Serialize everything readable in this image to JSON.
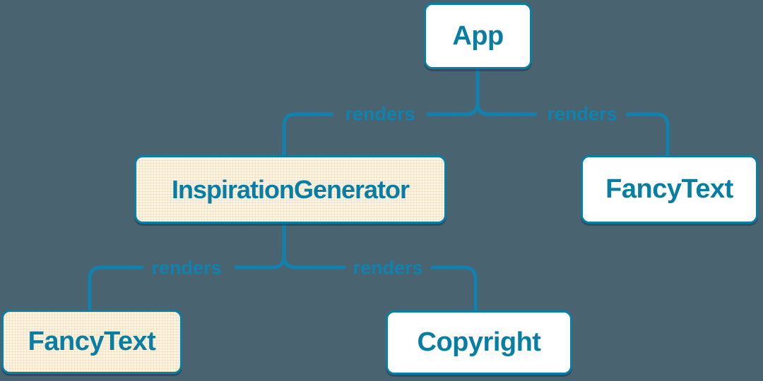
{
  "diagram": {
    "kind": "component-render-tree",
    "colors": {
      "background": "#4A6370",
      "node_border": "#0A7EA4",
      "node_text": "#087EA4",
      "edge_line": "#1182AE",
      "edge_label_text": "#1182AE",
      "node_fill_plain": "#FFFFFF",
      "node_fill_highlight": "#FDF4E4"
    },
    "nodes": [
      {
        "id": "app",
        "label": "App",
        "variant": "plain"
      },
      {
        "id": "inspiration-generator",
        "label": "InspirationGenerator",
        "variant": "highlight"
      },
      {
        "id": "fancy-text-top",
        "label": "FancyText",
        "variant": "plain"
      },
      {
        "id": "fancy-text-bottom",
        "label": "FancyText",
        "variant": "highlight"
      },
      {
        "id": "copyright",
        "label": "Copyright",
        "variant": "plain"
      }
    ],
    "edges": [
      {
        "from": "App",
        "to": "InspirationGenerator",
        "label": "renders"
      },
      {
        "from": "App",
        "to": "FancyText",
        "label": "renders"
      },
      {
        "from": "InspirationGenerator",
        "to": "FancyText",
        "label": "renders"
      },
      {
        "from": "InspirationGenerator",
        "to": "Copyright",
        "label": "renders"
      }
    ]
  }
}
